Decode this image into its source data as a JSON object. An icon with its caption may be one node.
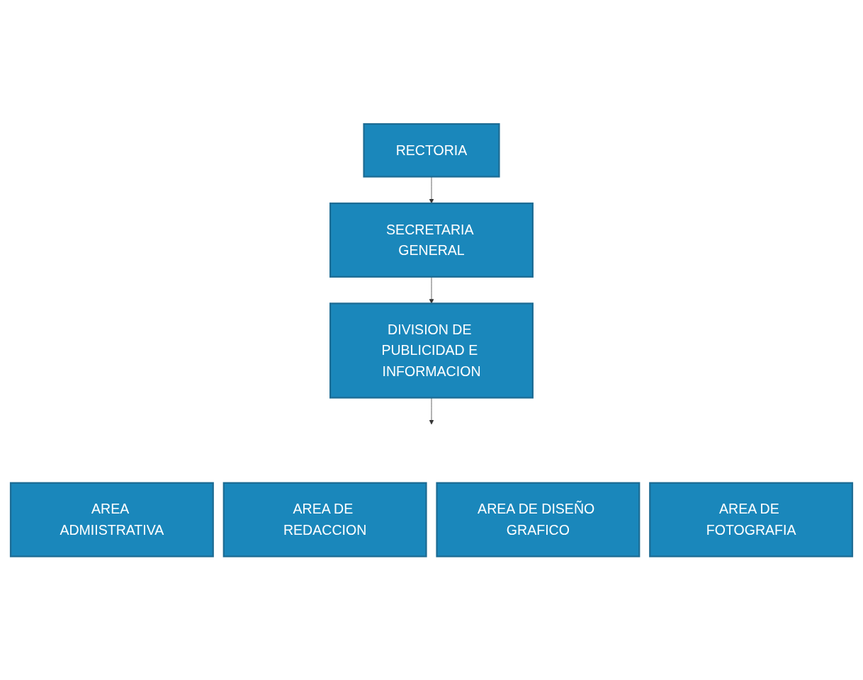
{
  "diagram": {
    "nodes": [
      {
        "text": [
          "RECTORIA"
        ]
      },
      {
        "text": [
          "SECRETARIA GENERAL"
        ]
      },
      {
        "text": [
          "DIVISION DE PUBLICIDAD E INFORMACION"
        ]
      },
      {
        "text": [
          "AREA ADMIISTRATIVA"
        ]
      },
      {
        "text": [
          "AREA DE REDACCION"
        ]
      },
      {
        "text": [
          "AREA DE DISEÑO GRAFICO"
        ]
      },
      {
        "text": [
          "AREA DE FOTOGRAFIA"
        ]
      }
    ],
    "edges": [
      {
        "from": 0,
        "to": 1,
        "arrow": "to"
      },
      {
        "from": 1,
        "to": 2,
        "arrow": "to"
      },
      {
        "from": 2,
        "to": null,
        "arrow": "to"
      }
    ]
  }
}
